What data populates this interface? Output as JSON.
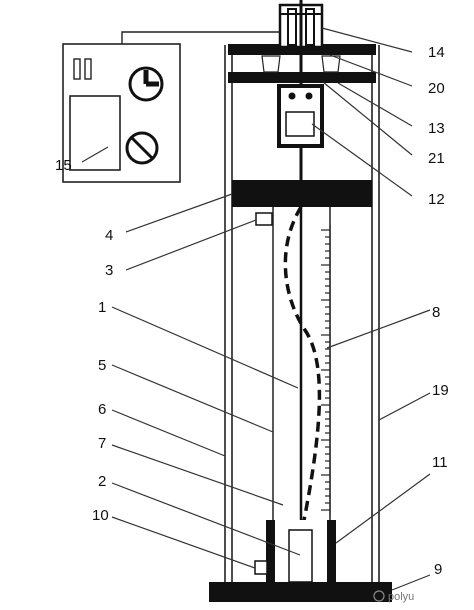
{
  "labels": {
    "l1": "1",
    "l2": "2",
    "l3": "3",
    "l4": "4",
    "l5": "5",
    "l6": "6",
    "l7": "7",
    "l8": "8",
    "l9": "9",
    "l10": "10",
    "l11": "11",
    "l12": "12",
    "l13": "13",
    "l14": "14",
    "l15": "15",
    "l19": "19",
    "l20": "20",
    "l21": "21"
  },
  "watermark": "polyu"
}
